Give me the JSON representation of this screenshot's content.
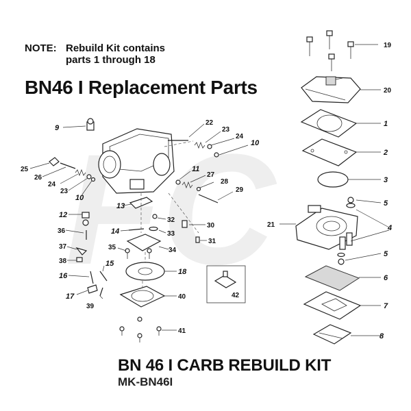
{
  "note": {
    "label": "NOTE:",
    "line1": "Rebuild Kit contains",
    "line2": "parts 1 through 18"
  },
  "title": "BN46 I Replacement Parts",
  "kit_title": "BN 46 I CARB REBUILD KIT",
  "kit_code": "MK-BN46I",
  "watermark": "FC",
  "callouts": {
    "c19": "19",
    "c20": "20",
    "c1": "1",
    "c2": "2",
    "c3": "3",
    "c5a": "5",
    "c4": "4",
    "c21": "21",
    "c5b": "5",
    "c6": "6",
    "c7": "7",
    "c8": "8",
    "c9": "9",
    "c22": "22",
    "c23a": "23",
    "c24a": "24",
    "c10a": "10",
    "c25": "25",
    "c26": "26",
    "c24b": "24",
    "c23b": "23",
    "c10b": "10",
    "c11": "11",
    "c27": "27",
    "c28": "28",
    "c29": "29",
    "c13": "13",
    "c32": "32",
    "c12": "12",
    "c30": "30",
    "c36": "36",
    "c14": "14",
    "c33": "33",
    "c31": "31",
    "c37": "37",
    "c35": "35",
    "c34": "34",
    "c38": "38",
    "c15": "15",
    "c16": "16",
    "c18": "18",
    "c42": "42",
    "c17": "17",
    "c40": "40",
    "c39": "39",
    "c41": "41"
  }
}
